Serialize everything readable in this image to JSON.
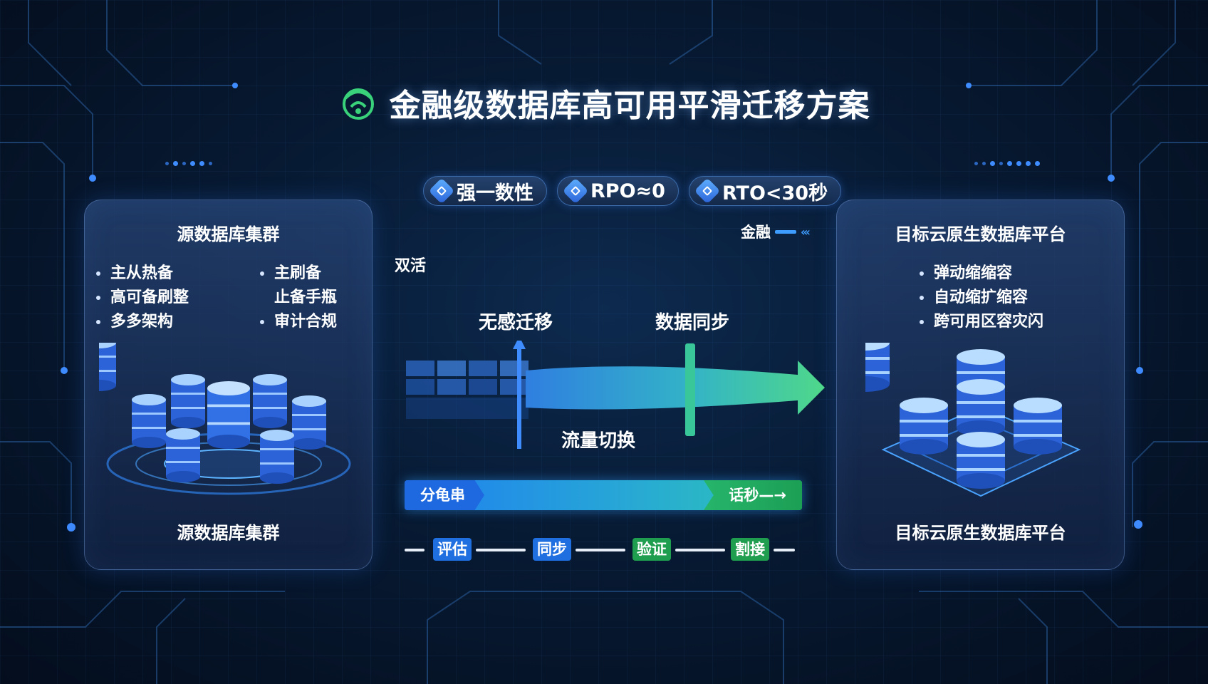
{
  "title": "金融级数据库高可用平滑迁移方案",
  "tags": [
    {
      "label": "强一数性",
      "icon": "diamond-check-icon"
    },
    {
      "label": "RPO≈0",
      "icon": "diamond-shield-icon"
    },
    {
      "label": "RTO<30秒",
      "icon": "diamond-clock-icon"
    }
  ],
  "left_panel": {
    "title": "源数据库集群",
    "bottom_label": "源数据库集群",
    "bullets_col1": [
      "主从热备",
      "高可备刷整",
      "多多架构"
    ],
    "bullets_col2": [
      "主刷备",
      "止备手瓶",
      "审计合规"
    ]
  },
  "right_panel": {
    "title": "目标云原生数据库平台",
    "bottom_label": "目标云原生数据库平台",
    "bullets": [
      "弹动缩缩容",
      "自动缩扩缩容",
      "跨可用区容灾闪"
    ]
  },
  "center": {
    "dual_active": "双活",
    "jinrong": "金融",
    "seamless_migration": "无感迁移",
    "data_sync": "数据同步",
    "traffic_switch": "流量切换",
    "progress_left": "分龟串",
    "progress_right": "话秒—→",
    "steps": [
      {
        "label": "评估",
        "color": "#1f6fe0"
      },
      {
        "label": "同步",
        "color": "#1f6fe0"
      },
      {
        "label": "验证",
        "color": "#1f9e4f"
      },
      {
        "label": "割接",
        "color": "#1f9e4f"
      }
    ]
  },
  "colors": {
    "accent_blue": "#3f8cff",
    "accent_green": "#2ec76a",
    "background": "#071a33"
  }
}
